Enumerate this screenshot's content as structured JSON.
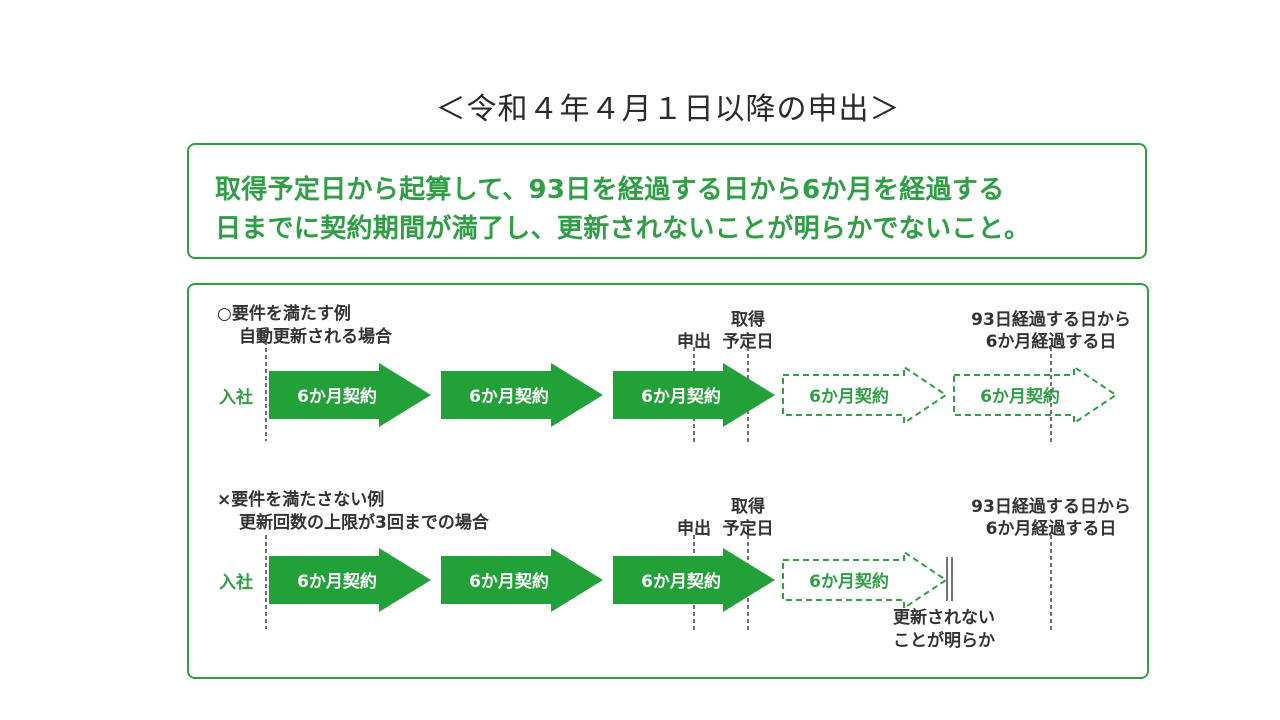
{
  "title": "＜令和４年４月１日以降の申出＞",
  "condition": {
    "line1": "取得予定日から起算して、93日を経過する日から6か月を経過する",
    "line2": "日までに契約期間が満了し、更新されないことが明らかでないこと。"
  },
  "colors": {
    "green": "#2f9e44",
    "arrow_fill": "#22a139",
    "text": "#333333"
  },
  "example_ok": {
    "heading": "○要件を満たす例",
    "subheading": "自動更新される場合",
    "start_label": "入社",
    "marker_request": "申出",
    "marker_planned_1": "取得",
    "marker_planned_2": "予定日",
    "marker_93_1": "93日経過する日から",
    "marker_93_2": "6か月経過する日",
    "contracts": [
      {
        "label": "6か月契約",
        "style": "solid"
      },
      {
        "label": "6か月契約",
        "style": "solid"
      },
      {
        "label": "6か月契約",
        "style": "solid"
      },
      {
        "label": "6か月契約",
        "style": "dashed"
      },
      {
        "label": "6か月契約",
        "style": "dashed"
      }
    ]
  },
  "example_ng": {
    "heading": "×要件を満たさない例",
    "subheading": "更新回数の上限が3回までの場合",
    "start_label": "入社",
    "marker_request": "申出",
    "marker_planned_1": "取得",
    "marker_planned_2": "予定日",
    "marker_93_1": "93日経過する日から",
    "marker_93_2": "6か月経過する日",
    "contracts": [
      {
        "label": "6か月契約",
        "style": "solid"
      },
      {
        "label": "6か月契約",
        "style": "solid"
      },
      {
        "label": "6か月契約",
        "style": "solid"
      },
      {
        "label": "6か月契約",
        "style": "dashed"
      }
    ],
    "end_note_1": "更新されない",
    "end_note_2": "ことが明らか"
  }
}
